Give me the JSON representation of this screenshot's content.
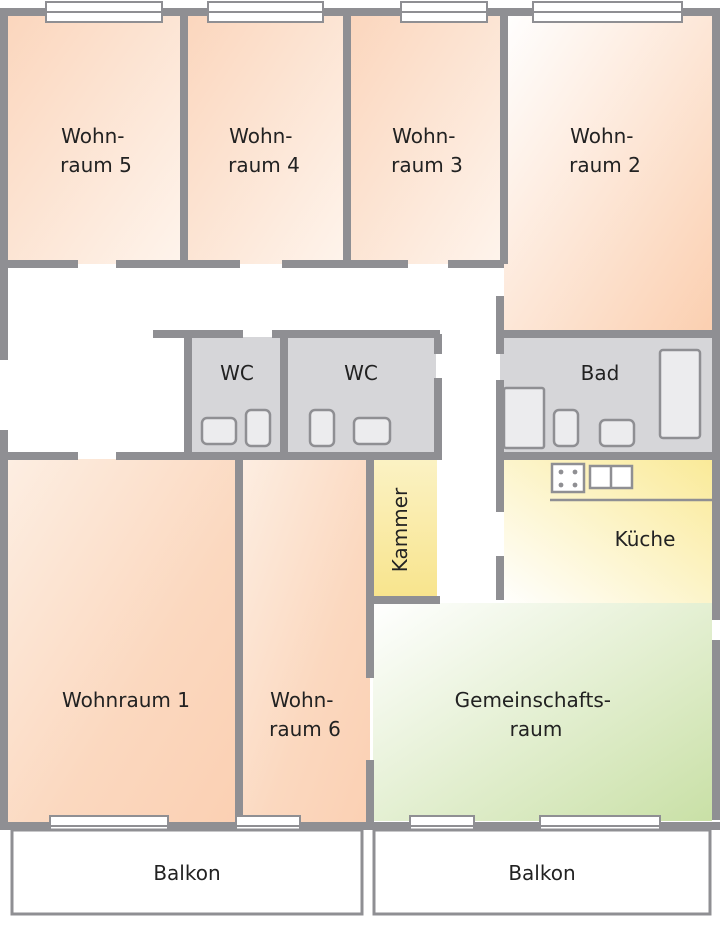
{
  "colors": {
    "wall": "#8f8f93",
    "wet_room": "#d6d6d9",
    "fixture": "#ececee",
    "window": "#ffffff",
    "living_warm": "#fbd8c0",
    "kitchen": "#fbf0b4",
    "common_green": "#cfe3b0",
    "kammer": "#fbeea8"
  },
  "rooms": {
    "wohnraum5": {
      "line1": "Wohn-",
      "line2": "raum 5"
    },
    "wohnraum4": {
      "line1": "Wohn-",
      "line2": "raum 4"
    },
    "wohnraum3": {
      "line1": "Wohn-",
      "line2": "raum 3"
    },
    "wohnraum2": {
      "line1": "Wohn-",
      "line2": "raum 2"
    },
    "wc_left": {
      "label": "WC"
    },
    "wc_right": {
      "label": "WC"
    },
    "bad": {
      "label": "Bad"
    },
    "kammer": {
      "label": "Kammer"
    },
    "kueche": {
      "label": "Küche"
    },
    "wohnraum1": {
      "label": "Wohnraum 1"
    },
    "wohnraum6": {
      "line1": "Wohn-",
      "line2": "raum 6"
    },
    "gemeinschaftsraum": {
      "line1": "Gemeinschafts-",
      "line2": "raum"
    },
    "balkon_left": {
      "label": "Balkon"
    },
    "balkon_right": {
      "label": "Balkon"
    }
  }
}
